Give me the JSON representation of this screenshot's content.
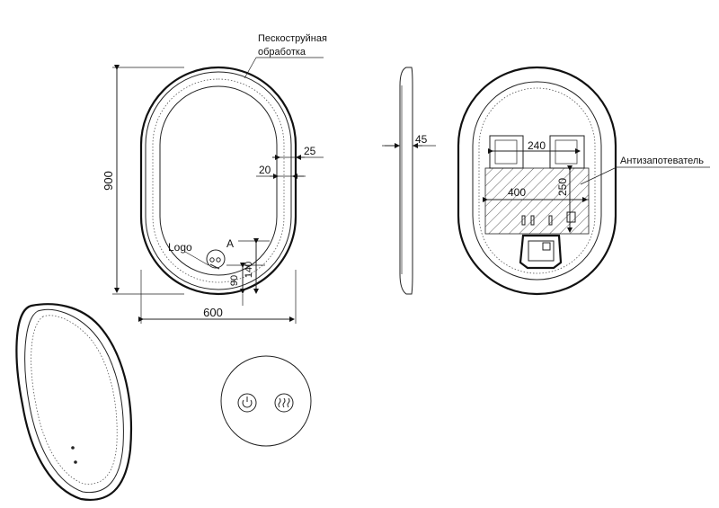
{
  "labels": {
    "sandblast": "Пескоструйная обработка",
    "antifog": "Антизапотеватель",
    "logo": "Logo",
    "detail": "A"
  },
  "dimensions": {
    "width": "600",
    "height": "900",
    "border": "25",
    "inner_offset": "20",
    "depth": "45",
    "bracket_spacing": "240",
    "heater_width": "400",
    "heater_height": "250",
    "logo_offset_x": "90",
    "logo_offset_y": "140"
  },
  "icons": [
    "power-button-icon",
    "antifog-heat-icon"
  ]
}
